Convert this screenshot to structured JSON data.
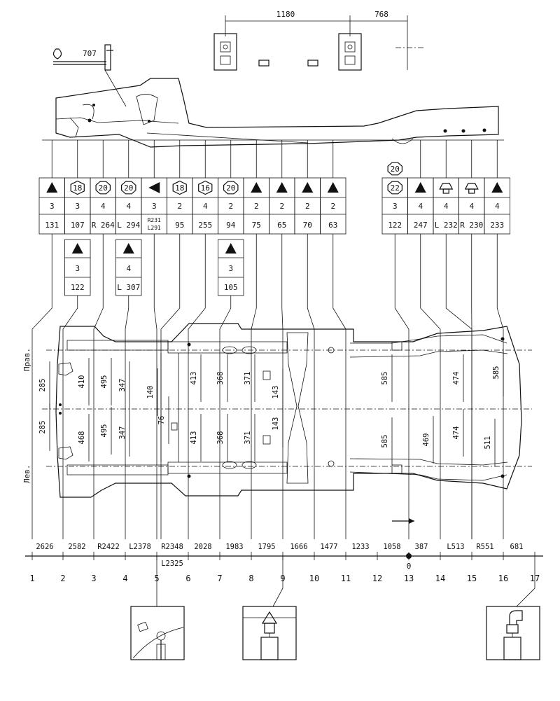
{
  "top_dims": {
    "span_a": "1180",
    "span_b": "768",
    "small": "707"
  },
  "table_main": [
    {
      "sym": "tri",
      "tool": "3",
      "meas": "131"
    },
    {
      "sym": "hex",
      "code": "18",
      "tool": "3",
      "meas": "107"
    },
    {
      "sym": "oct",
      "code": "20",
      "tool": "4",
      "meas": "R 264"
    },
    {
      "sym": "oct",
      "code": "20",
      "tool": "4",
      "meas": "L 294"
    },
    {
      "sym": "tri-left",
      "tool": "3",
      "meas": "R231",
      "meas2": "L291"
    },
    {
      "sym": "hex",
      "code": "18",
      "tool": "2",
      "meas": "95"
    },
    {
      "sym": "hex",
      "code": "16",
      "tool": "4",
      "meas": "255"
    },
    {
      "sym": "oct",
      "code": "20",
      "tool": "2",
      "meas": "94"
    },
    {
      "sym": "tri",
      "tool": "2",
      "meas": "75"
    },
    {
      "sym": "tri",
      "tool": "2",
      "meas": "65"
    },
    {
      "sym": "tri",
      "tool": "2",
      "meas": "70"
    },
    {
      "sym": "tri",
      "tool": "2",
      "meas": "63"
    },
    {
      "sym": "oct2",
      "code": "22",
      "code_top": "20",
      "tool": "3",
      "meas": "122"
    },
    {
      "sym": "tri",
      "tool": "4",
      "meas": "247"
    },
    {
      "sym": "mount",
      "tool": "4",
      "meas": "L 232"
    },
    {
      "sym": "mount",
      "tool": "4",
      "meas": "R 230"
    },
    {
      "sym": "tri",
      "tool": "4",
      "meas": "233"
    }
  ],
  "table_sub": [
    {
      "tool": "3",
      "meas": "122"
    },
    {
      "tool": "4",
      "meas": "L 307"
    },
    {
      "tool": "3",
      "meas": "105"
    }
  ],
  "side_labels": {
    "right": "Прав.",
    "left": "Лев."
  },
  "vertical_dims": [
    "285",
    "285",
    "410",
    "468",
    "495",
    "495",
    "347",
    "347",
    "140",
    "76",
    "413",
    "413",
    "368",
    "368",
    "371",
    "371",
    "143",
    "143",
    "585",
    "585",
    "469",
    "474",
    "474",
    "511",
    "585"
  ],
  "bottom_dims": [
    "2626",
    "2582",
    "R2422",
    "L2378",
    "R2348",
    "L2325",
    "2028",
    "1983",
    "1795",
    "1666",
    "1477",
    "1233",
    "1058",
    "387",
    "L513",
    "R551",
    "681"
  ],
  "zero_label": "0",
  "point_numbers": [
    "1",
    "2",
    "3",
    "4",
    "5",
    "6",
    "7",
    "8",
    "9",
    "10",
    "11",
    "12",
    "13",
    "14",
    "15",
    "16",
    "17"
  ]
}
